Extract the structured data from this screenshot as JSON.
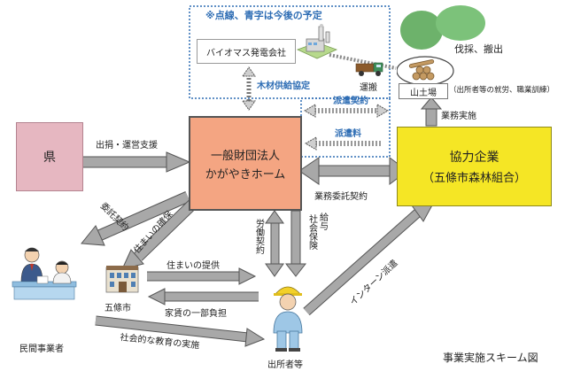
{
  "note": "※点線、青字は今後の予定",
  "biomass": "バイオマス発電会社",
  "logging": "伐採、搬出",
  "transport": "運搬",
  "yard": "山土場",
  "employment": "（出所者等の就労、職業訓練）",
  "timber_supply": "木材供給協定",
  "dispatch_contract": "派遣契約",
  "dispatch_fee": "派遣料",
  "work_impl": "業務実施",
  "prefecture": "県",
  "support": "出捐・運営支援",
  "foundation_line1": "一般財団法人",
  "foundation_line2": "かがやきホーム",
  "partner_line1": "協力企業",
  "partner_line2": "（五條市森林組合）",
  "outsourcing": "業務委託契約",
  "consign": "委託契約",
  "housing_secure": "住まいの確保",
  "labor": "労働契約",
  "salary": "給与",
  "insurance": "社会保険",
  "gojo": "五條市",
  "housing_provide": "住まいの提供",
  "rent": "家賃の一部負担",
  "private": "民間事業者",
  "education": "社会的な教育の実施",
  "parolee": "出所者等",
  "intern": "インターン派遣",
  "caption": "事業実施スキーム図",
  "colors": {
    "prefecture": "#e6b7c1",
    "foundation": "#f4a582",
    "partner": "#f5e625",
    "blue": "#2e6db4",
    "arrow": "#9a9a9a"
  }
}
